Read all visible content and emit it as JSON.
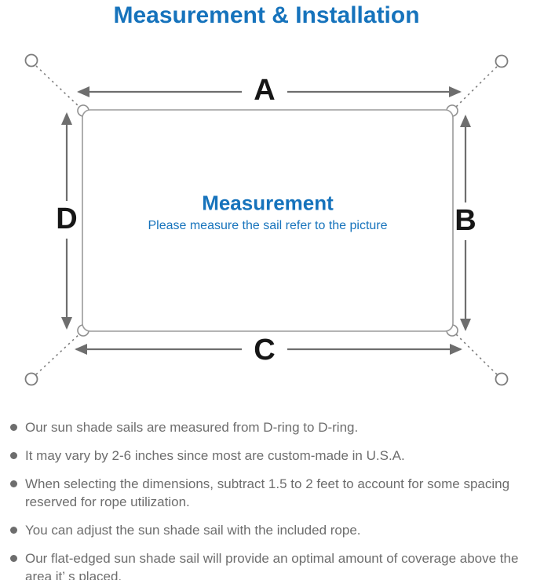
{
  "header": {
    "title": "Measurement & Installation"
  },
  "diagram": {
    "heading": "Measurement",
    "subheading": "Please measure the sail refer to the picture",
    "dimension_labels": {
      "top": "A",
      "right": "B",
      "bottom": "C",
      "left": "D"
    }
  },
  "notes": [
    "Our sun shade sails are measured from D-ring to D-ring.",
    "It may vary by 2-6 inches since most are custom-made in U.S.A.",
    "When selecting the dimensions, subtract 1.5 to 2 feet to account for some spacing reserved for rope utilization.",
    "You can adjust the sun shade sail with the included rope.",
    "Our flat-edged sun shade sail will provide an optimal amount of coverage above the area it’ s placed."
  ],
  "colors": {
    "accent_blue": "#1673bc",
    "diagram_line_gray": "#7d7d7d",
    "dimension_label_black": "#161616",
    "note_text_gray": "#6d6d6d",
    "background": "#ffffff"
  }
}
